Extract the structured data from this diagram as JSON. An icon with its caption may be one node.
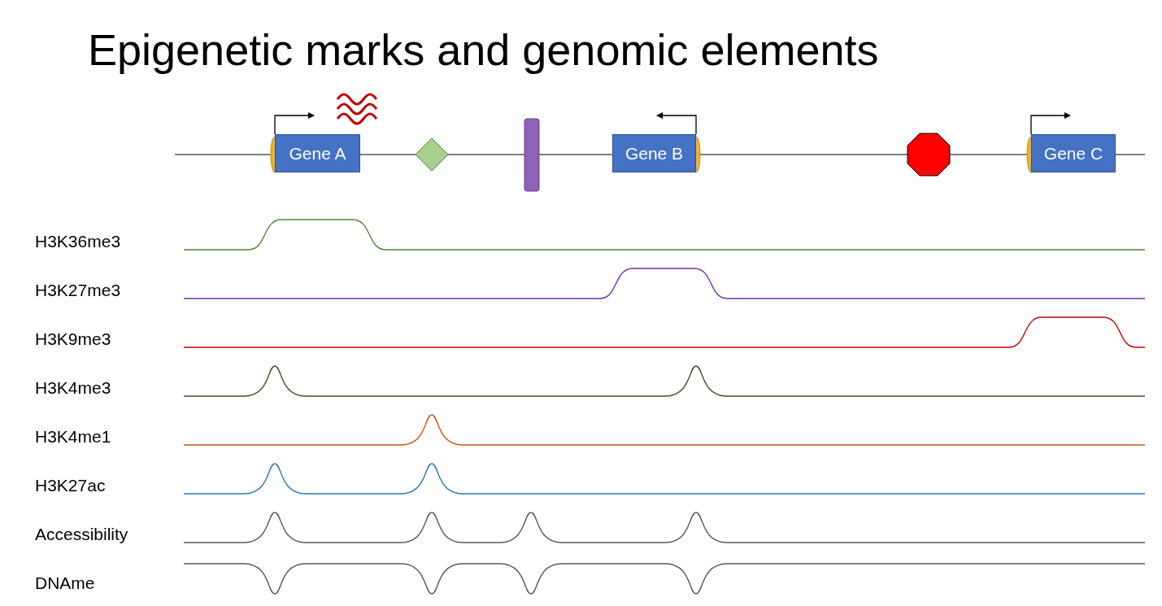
{
  "diagram": {
    "title": "Epigenetic marks and genomic elements",
    "nodes": [
      {
        "text": [
          "Gene A"
        ]
      },
      {
        "text": [],
        "shape": "diamond"
      },
      {
        "text": [],
        "shape": "bar"
      },
      {
        "text": [
          "Gene B"
        ]
      },
      {
        "text": [],
        "shape": "octagon"
      },
      {
        "text": [
          "Gene C"
        ]
      }
    ],
    "labels": [
      "H3K36me3",
      "H3K27me3",
      "H3K9me3",
      "H3K4me3",
      "H3K4me1",
      "H3K27ac",
      "Accessibility",
      "DNAme"
    ]
  }
}
